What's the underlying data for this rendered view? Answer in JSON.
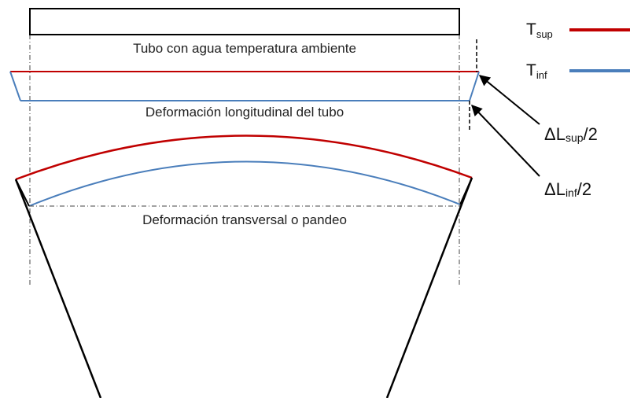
{
  "labels": {
    "tube_ambient": "Tubo con agua temperatura ambiente",
    "longitudinal": "Deformación longitudinal del tubo",
    "transversal": "Deformación transversal o pandeo"
  },
  "legend": {
    "top": {
      "base": "T",
      "sub": "sup",
      "color": "#c00000"
    },
    "bottom": {
      "base": "T",
      "sub": "inf",
      "color": "#4a7ebb"
    }
  },
  "deltas": {
    "top": {
      "prefix": "ΔL",
      "sub": "sup",
      "suffix": "/2"
    },
    "bottom": {
      "prefix": "ΔL",
      "sub": "inf",
      "suffix": "/2"
    }
  },
  "colors": {
    "outline": "#000000",
    "guide": "#444444"
  }
}
